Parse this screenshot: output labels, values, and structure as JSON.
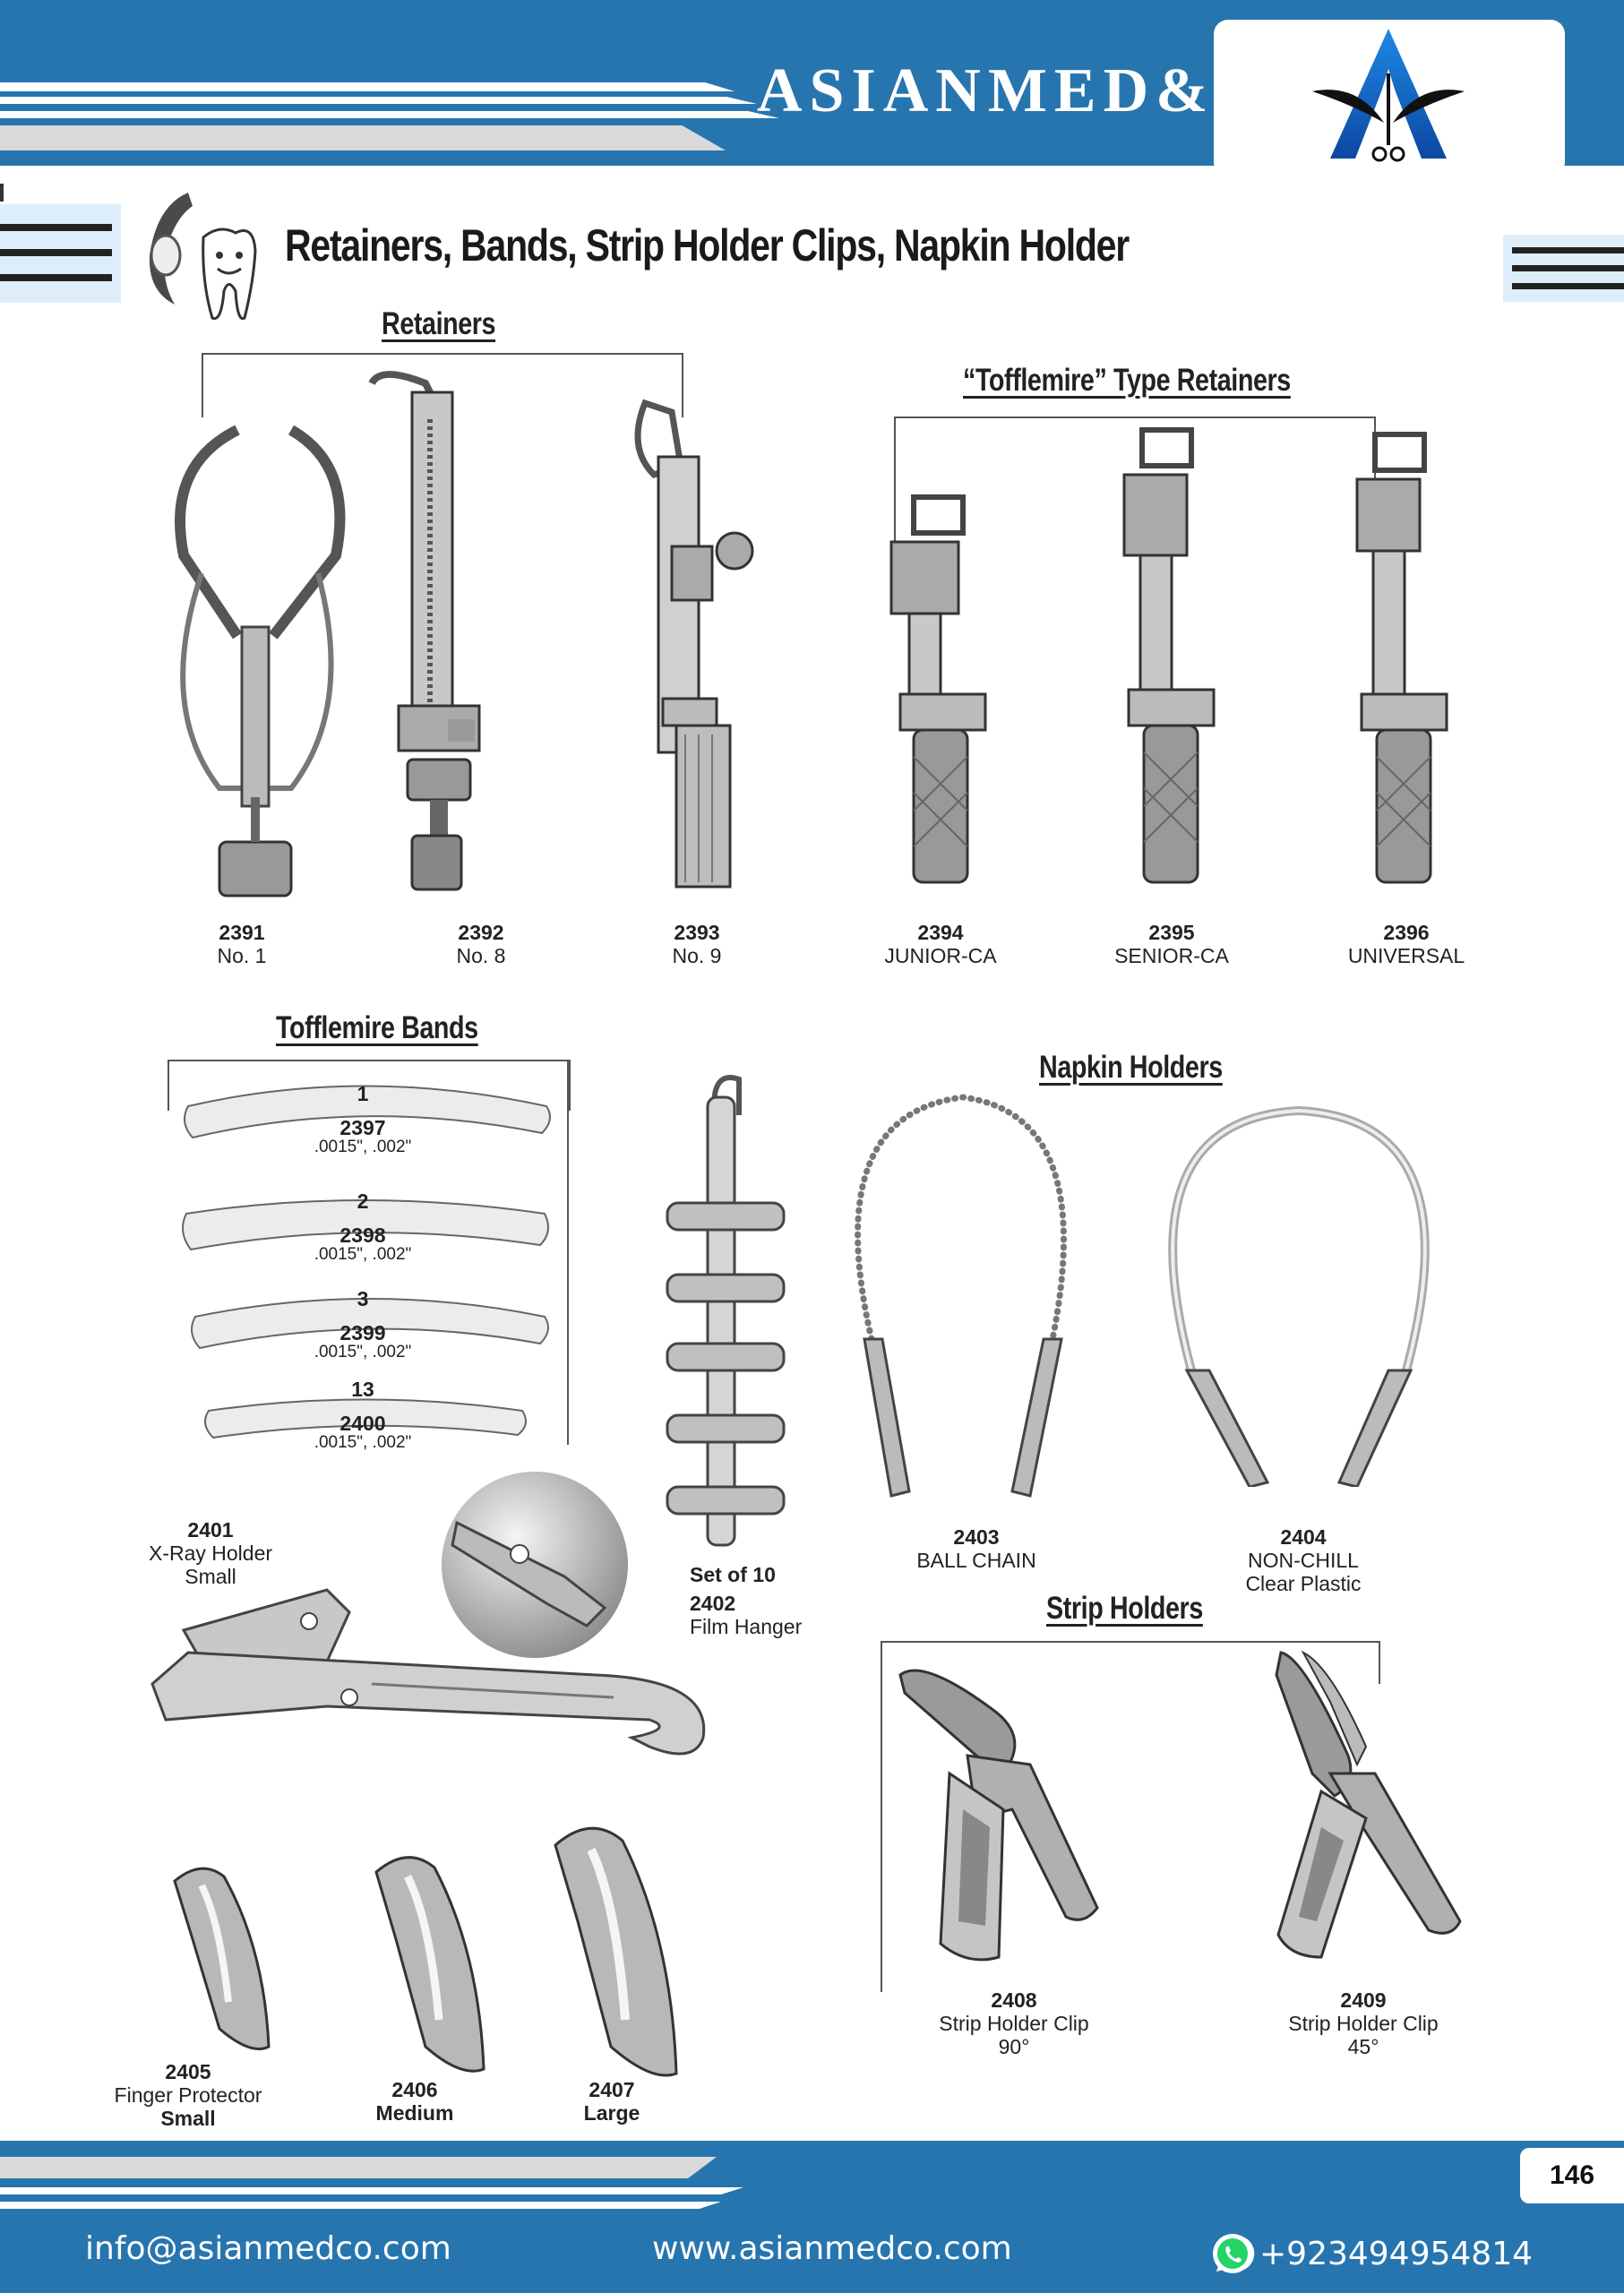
{
  "brand": {
    "name": "ASIANMED&CO",
    "accent_color": "#2775ae"
  },
  "page_title": "Retainers, Bands, Strip Holder Clips, Napkin Holder",
  "sections": {
    "retainers": {
      "title": "Retainers"
    },
    "tofflemire_retainers": {
      "title": "“Tofflemire” Type Retainers"
    },
    "tofflemire_bands": {
      "title": "Tofflemire Bands"
    },
    "napkin_holders": {
      "title": "Napkin Holders"
    },
    "strip_holders": {
      "title": "Strip Holders"
    }
  },
  "products": {
    "p2391": {
      "code": "2391",
      "name": "No. 1"
    },
    "p2392": {
      "code": "2392",
      "name": "No. 8"
    },
    "p2393": {
      "code": "2393",
      "name": "No. 9"
    },
    "p2394": {
      "code": "2394",
      "name": "JUNIOR-CA"
    },
    "p2395": {
      "code": "2395",
      "name": "SENIOR-CA"
    },
    "p2396": {
      "code": "2396",
      "name": "UNIVERSAL"
    },
    "p2397": {
      "band_number": "1",
      "code": "2397",
      "size": ".0015\", .002\""
    },
    "p2398": {
      "band_number": "2",
      "code": "2398",
      "size": ".0015\", .002\""
    },
    "p2399": {
      "band_number": "3",
      "code": "2399",
      "size": ".0015\", .002\""
    },
    "p2400": {
      "band_number": "13",
      "code": "2400",
      "size": ".0015\", .002\""
    },
    "p2401": {
      "code": "2401",
      "name": "X-Ray Holder",
      "size": "Small"
    },
    "p2402": {
      "set": "Set of 10",
      "code": "2402",
      "name": "Film Hanger"
    },
    "p2403": {
      "code": "2403",
      "name": "BALL CHAIN"
    },
    "p2404": {
      "code": "2404",
      "name": "NON-CHILL",
      "detail": "Clear Plastic"
    },
    "p2405": {
      "code": "2405",
      "name": "Finger Protector",
      "size": "Small"
    },
    "p2406": {
      "code": "2406",
      "size": "Medium"
    },
    "p2407": {
      "code": "2407",
      "size": "Large"
    },
    "p2408": {
      "code": "2408",
      "name": "Strip Holder Clip",
      "angle": "90°"
    },
    "p2409": {
      "code": "2409",
      "name": "Strip Holder Clip",
      "angle": "45°"
    }
  },
  "icons": {
    "logo": "a-scissors-logo-icon",
    "title": "tooth-mascot-icon",
    "whatsapp": "whatsapp-icon"
  },
  "footer": {
    "page_number": "146",
    "email": "info@asianmedco.com",
    "website": "www.asianmedco.com",
    "phone": "+923494954814"
  }
}
